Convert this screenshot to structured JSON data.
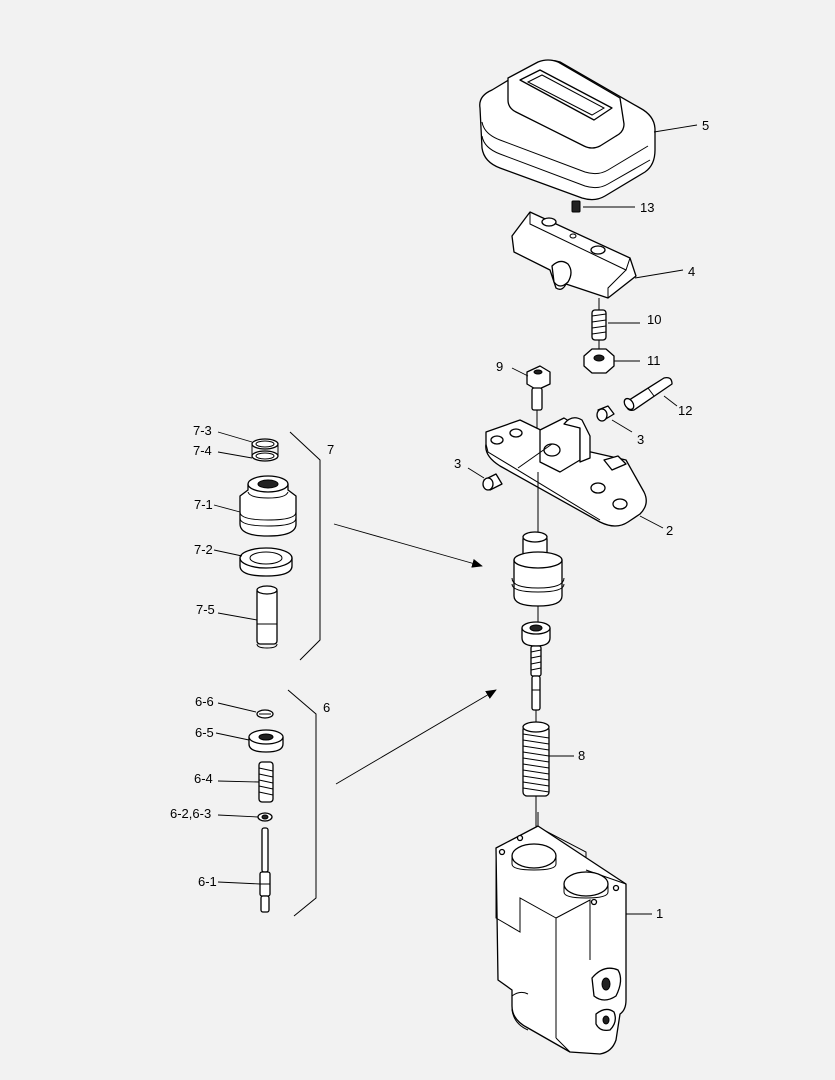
{
  "colors": {
    "background": "#f2f2f2",
    "line": "#000000",
    "fill": "#ffffff"
  },
  "callouts": {
    "c1": "1",
    "c2": "2",
    "c3a": "3",
    "c3b": "3",
    "c4": "4",
    "c5": "5",
    "c6": "6",
    "c7": "7",
    "c8": "8",
    "c9": "9",
    "c10": "10",
    "c11": "11",
    "c12": "12",
    "c13": "13",
    "c7_1": "7-1",
    "c7_2": "7-2",
    "c7_3": "7-3",
    "c7_4": "7-4",
    "c7_5": "7-5",
    "c6_1": "6-1",
    "c6_2_3": "6-2,6-3",
    "c6_4": "6-4",
    "c6_5": "6-5",
    "c6_6": "6-6"
  }
}
